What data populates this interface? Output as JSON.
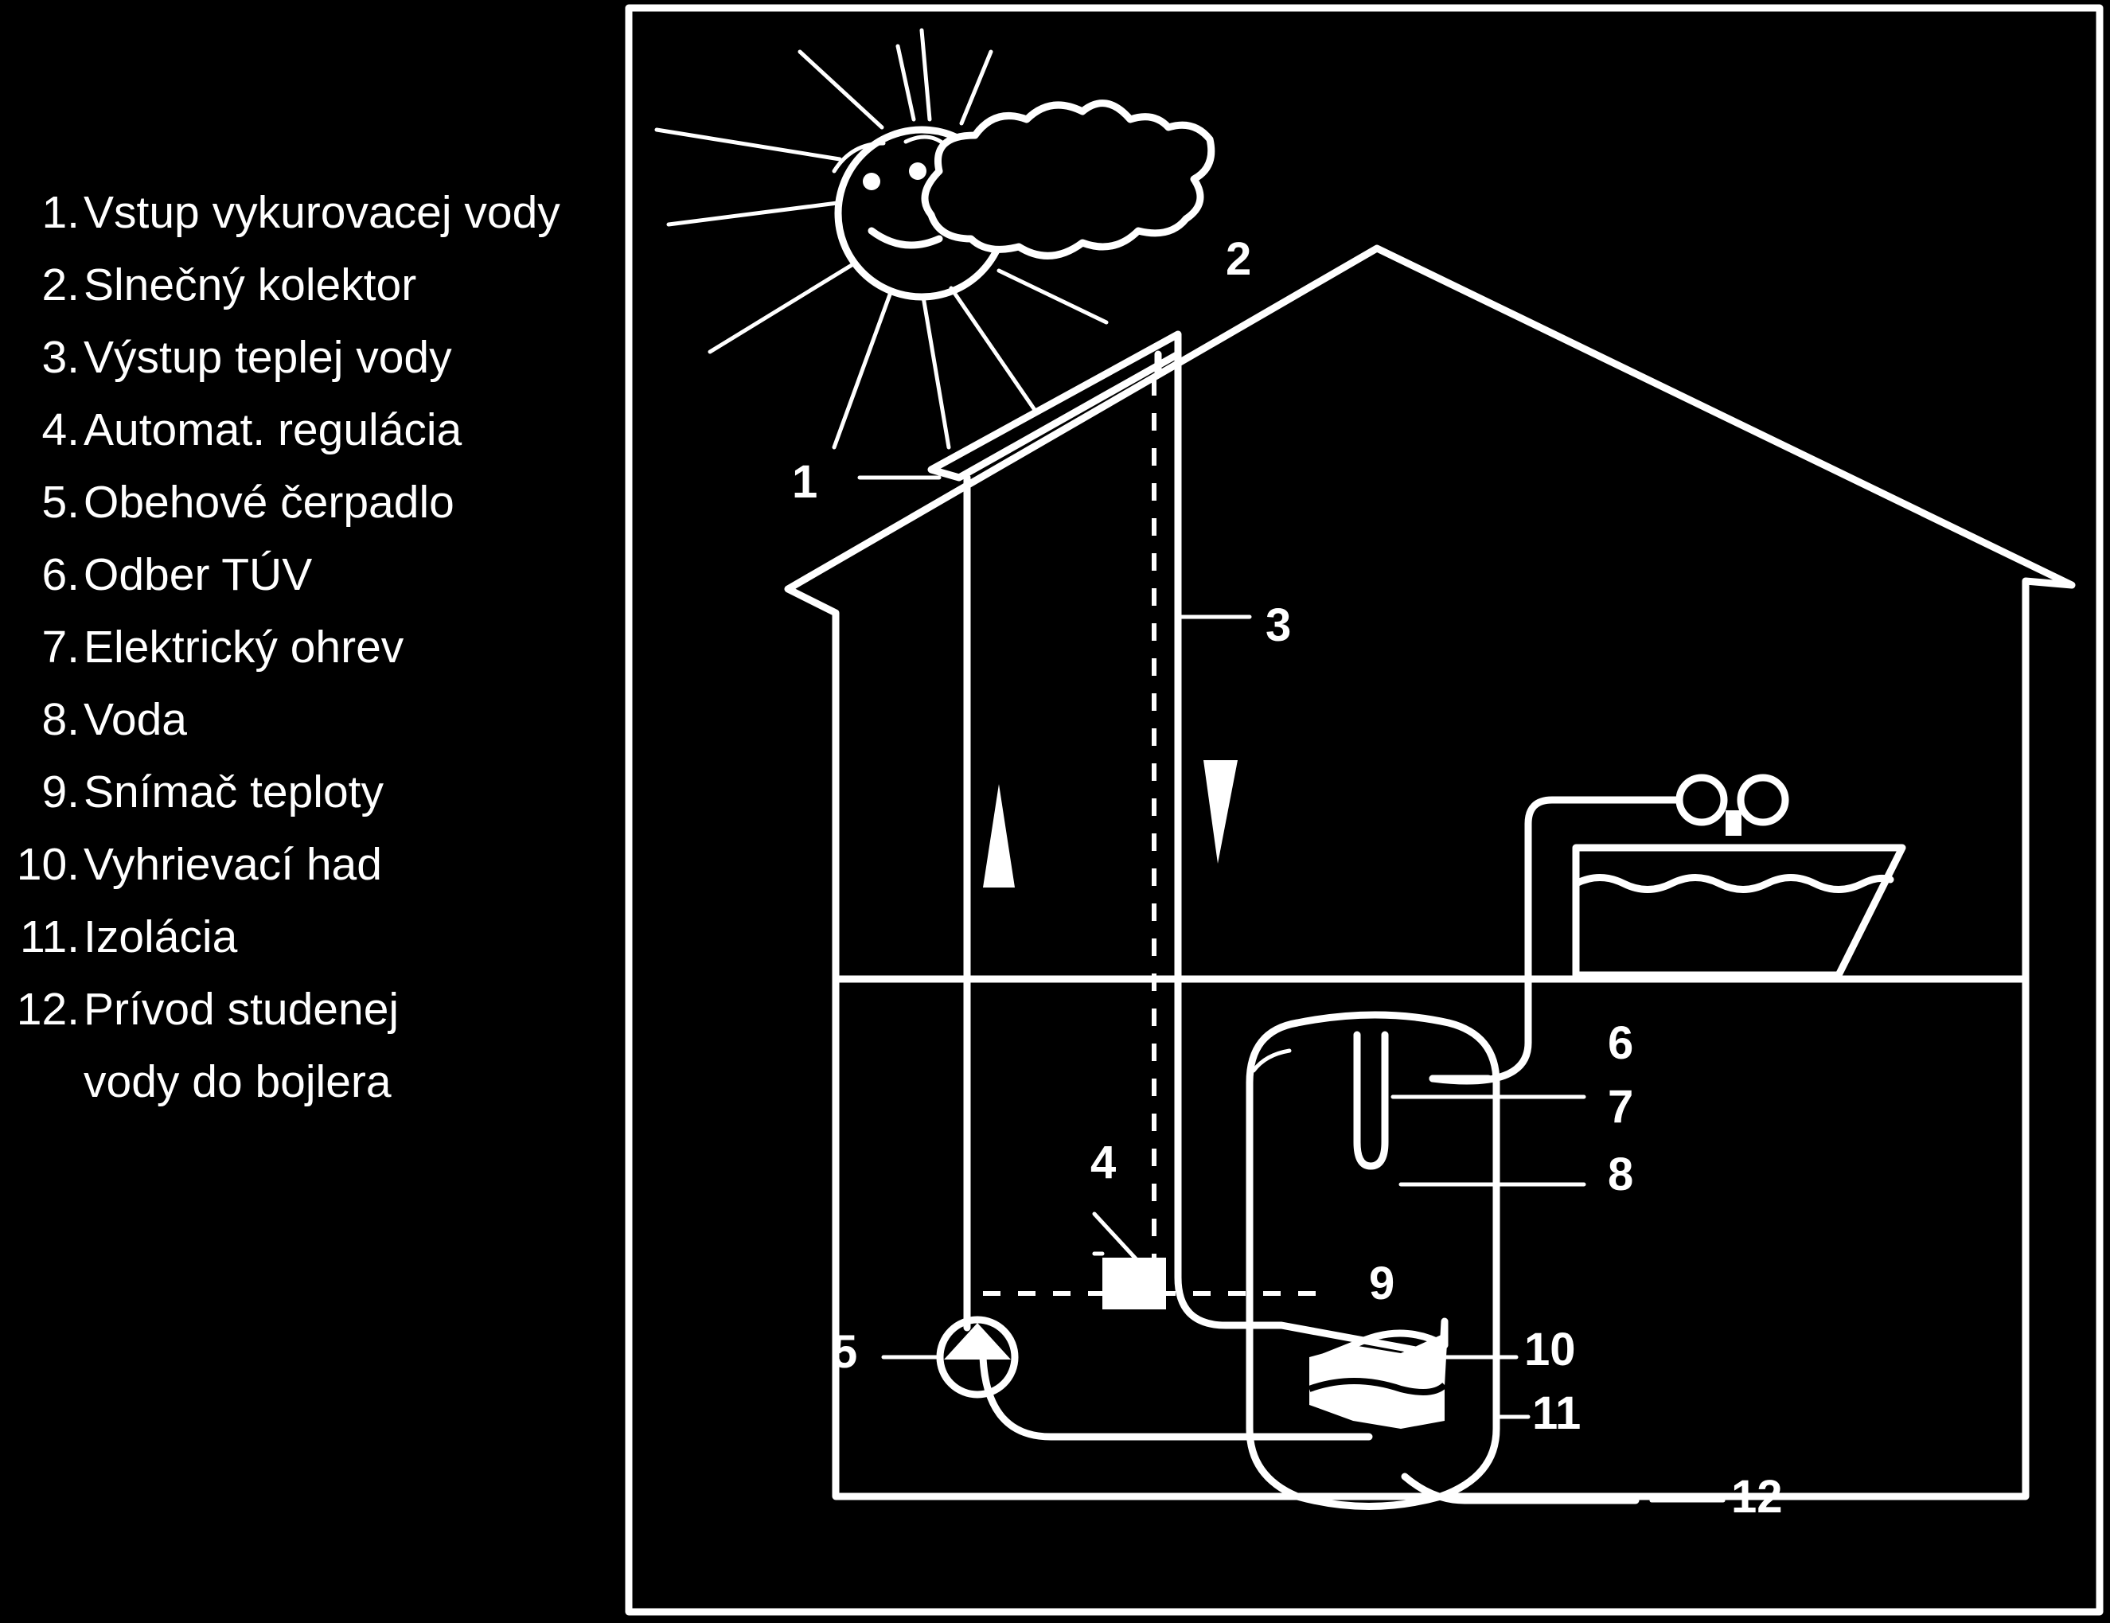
{
  "legend": {
    "items": [
      {
        "num": "1.",
        "text": "Vstup vykurovacej vody"
      },
      {
        "num": "2.",
        "text": "Slnečný kolektor"
      },
      {
        "num": "3.",
        "text": "Výstup teplej vody"
      },
      {
        "num": "4.",
        "text": "Automat. regulácia"
      },
      {
        "num": "5.",
        "text": "Obehové čerpadlo"
      },
      {
        "num": "6.",
        "text": "Odber TÚV"
      },
      {
        "num": "7.",
        "text": "Elektrický ohrev"
      },
      {
        "num": "8.",
        "text": "Voda"
      },
      {
        "num": "9.",
        "text": "Snímač teploty"
      },
      {
        "num": "10.",
        "text": "Vyhrievací had"
      },
      {
        "num": "11.",
        "text": "Izolácia"
      },
      {
        "num": "12.",
        "text": "Prívod studenej"
      },
      {
        "num": "",
        "text": "vody do bojlera"
      }
    ]
  },
  "diagram": {
    "labels": {
      "n1": "1",
      "n2": "2",
      "n3": "3",
      "n4": "4",
      "n5": "5",
      "n6": "6",
      "n7": "7",
      "n8": "8",
      "n9": "9",
      "n10": "10",
      "n11": "11",
      "n12": "12"
    }
  },
  "colors": {
    "background": "#000000",
    "foreground": "#ffffff"
  }
}
